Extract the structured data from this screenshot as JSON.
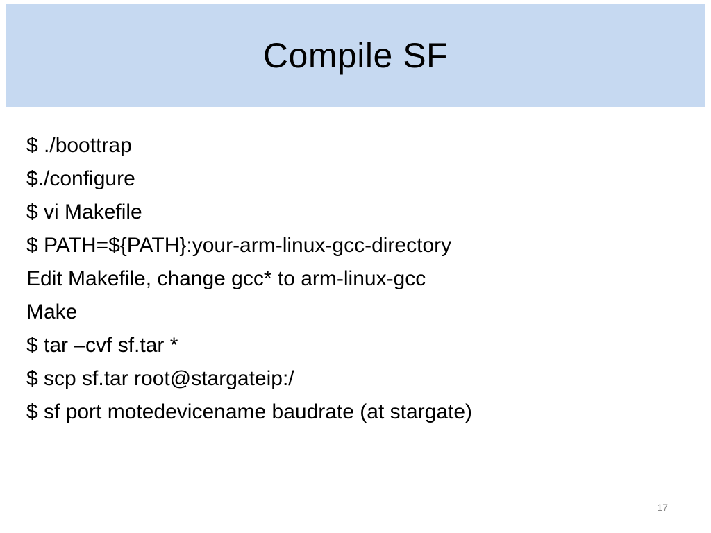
{
  "slide": {
    "title": "Compile SF",
    "lines": [
      "$ ./boottrap",
      "$./configure",
      "$ vi Makefile",
      "$ PATH=${PATH}:your-arm-linux-gcc-directory",
      "Edit Makefile, change gcc* to arm-linux-gcc",
      "Make",
      "$ tar –cvf sf.tar *",
      "$ scp sf.tar root@stargateip:/",
      "$ sf port motedevicename baudrate (at stargate)"
    ],
    "page_number": "17"
  },
  "colors": {
    "title_band": "#c6d9f1",
    "page_number": "#8a8a8a"
  }
}
